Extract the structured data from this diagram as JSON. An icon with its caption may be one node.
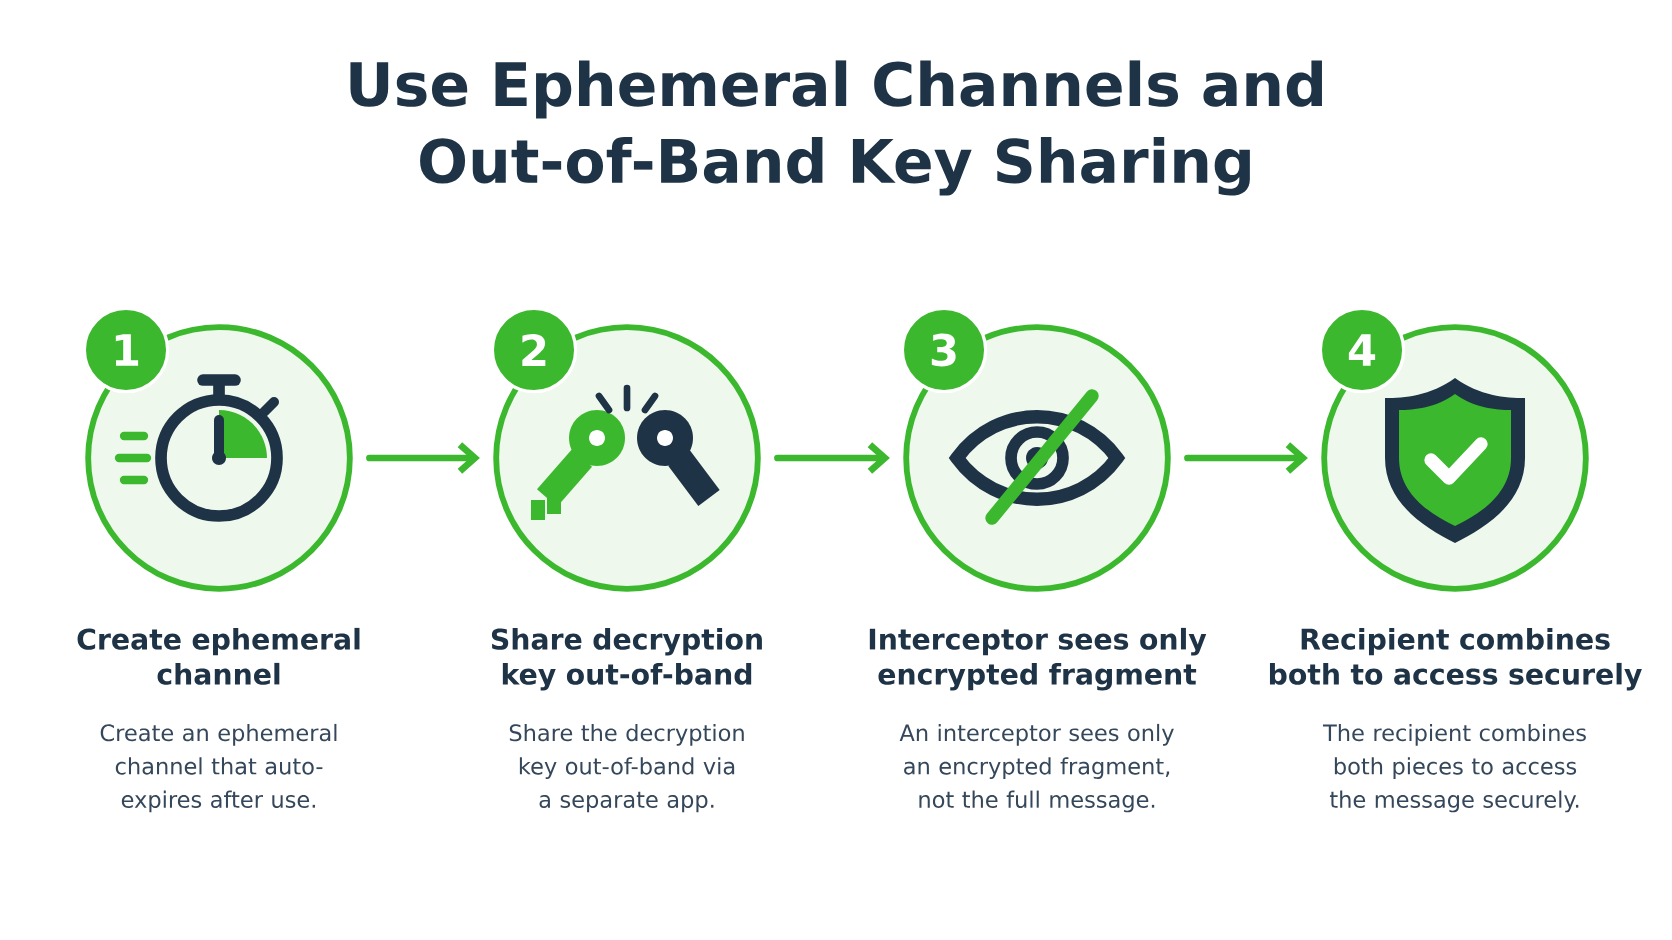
{
  "diagram": {
    "title": "Use Ephemeral Channels and Out-of-Band Key Sharing",
    "nodes": [
      {
        "text": [
          "Create ephemeral channel",
          "Create an ephemeral channel that auto-expires after use."
        ],
        "beside": [
          "1"
        ]
      },
      {
        "text": [
          "Share decryption key out-of-band",
          "Share the decryption key out-of-band via a separate app."
        ],
        "beside": [
          "2"
        ]
      },
      {
        "text": [
          "Interceptor sees only encrypted fragment",
          "An interceptor sees only an encrypted fragment, not the full message."
        ],
        "beside": [
          "3"
        ]
      },
      {
        "text": [
          "Recipient combines both to access securely",
          "The recipient combines both pieces to access the message securely."
        ],
        "beside": [
          "4"
        ]
      }
    ],
    "edges": [
      {
        "from": 0,
        "to": 1,
        "arrow": "to"
      },
      {
        "from": 1,
        "to": 2,
        "arrow": "to"
      },
      {
        "from": 2,
        "to": 3,
        "arrow": "to"
      }
    ]
  }
}
